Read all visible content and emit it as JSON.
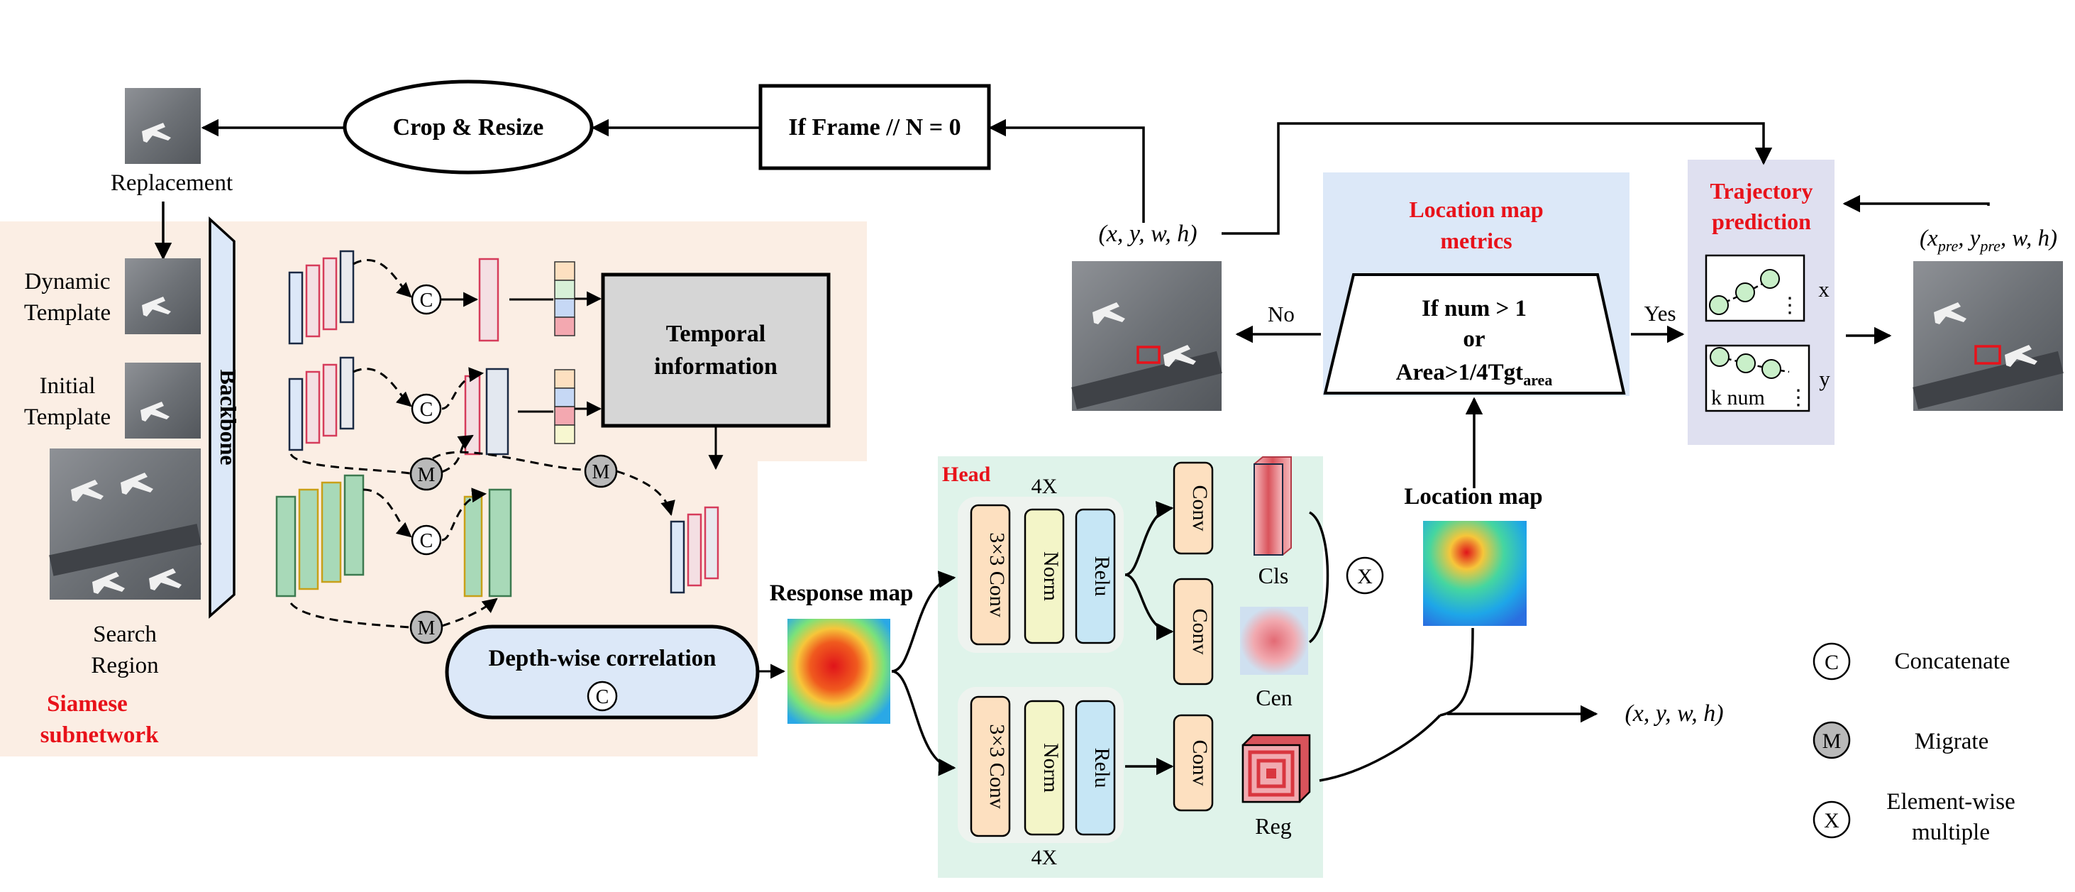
{
  "top": {
    "replacement_label": "Replacement",
    "crop_resize": "Crop & Resize",
    "if_frame": "If Frame // N = 0"
  },
  "siamese": {
    "title_line1": "Siamese",
    "title_line2": "subnetwork",
    "dynamic_template_line1": "Dynamic",
    "dynamic_template_line2": "Template",
    "initial_template_line1": "Initial",
    "initial_template_line2": "Template",
    "search_region_line1": "Search",
    "search_region_line2": "Region",
    "backbone": "Backbone",
    "temporal_line1": "Temporal",
    "temporal_line2": "information",
    "depthwise": "Depth-wise correlation",
    "concat_symbol": "C",
    "migrate_symbol": "M"
  },
  "response_map_label": "Response map",
  "head": {
    "title": "Head",
    "repeat_top": "4X",
    "repeat_bottom": "4X",
    "conv3x3": "3×3 Conv",
    "norm": "Norm",
    "relu": "Relu",
    "conv": "Conv",
    "cls": "Cls",
    "cen": "Cen",
    "reg": "Reg",
    "multiply_symbol": "X"
  },
  "location_map_label": "Location map",
  "metrics": {
    "title_line1": "Location map",
    "title_line2": "metrics",
    "cond_line1": "If num > 1",
    "cond_line2": "or",
    "cond_line3_main": "Area>1/4Tgt",
    "cond_line3_sub": "area",
    "no": "No",
    "yes": "Yes"
  },
  "xywh_top": "(x, y, w, h)",
  "xywh_out": "(x, y, w, h)",
  "trajectory": {
    "title_line1": "Trajectory",
    "title_line2": "prediction",
    "x_label": "x",
    "y_label": "y",
    "knum": "k num"
  },
  "pred_output": {
    "x": "x",
    "x_sub": "pre",
    "y": "y",
    "y_sub": "pre",
    "rest": ", w, h)"
  },
  "legend": [
    {
      "symbol": "C",
      "label": "Concatenate"
    },
    {
      "symbol": "M",
      "label": "Migrate"
    },
    {
      "symbol": "X",
      "label_line1": "Element-wise",
      "label_line2": "multiple"
    }
  ],
  "colors": {
    "siamese_bg": "#fbeee4",
    "head_bg": "#dff3ea",
    "metrics_bg": "#dce8f8",
    "trajectory_bg": "#dfe0f0",
    "backbone_fill": "#dce8f8",
    "temporal_fill": "#d6d6d6",
    "conv3x3_fill": "#fde0c0",
    "norm_fill": "#f3f5c8",
    "relu_fill": "#c6e6f5",
    "conv_fill": "#fde0c0",
    "accent_red": "#e8121a"
  }
}
